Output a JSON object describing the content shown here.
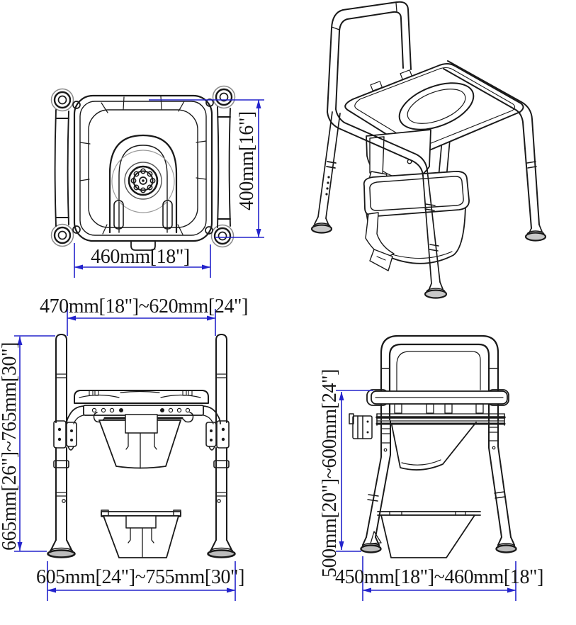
{
  "colors": {
    "line": "#1a1a1a",
    "dimension": "#2323cc",
    "text": "#161616",
    "background": "#ffffff"
  },
  "views": {
    "top": {
      "dim_width": "460mm[18\"]",
      "dim_depth": "400mm[16\"]"
    },
    "front": {
      "dim_armrest_width": "470mm[18\"]~620mm[24\"]",
      "dim_overall_height": "665mm[26\"]~765mm[30\"]",
      "dim_base_width": "605mm[24\"]~755mm[30\"]"
    },
    "side": {
      "dim_seat_height": "500mm[20\"]~600mm[24\"]",
      "dim_base_depth": "450mm[18\"]~460mm[18\"]"
    }
  }
}
